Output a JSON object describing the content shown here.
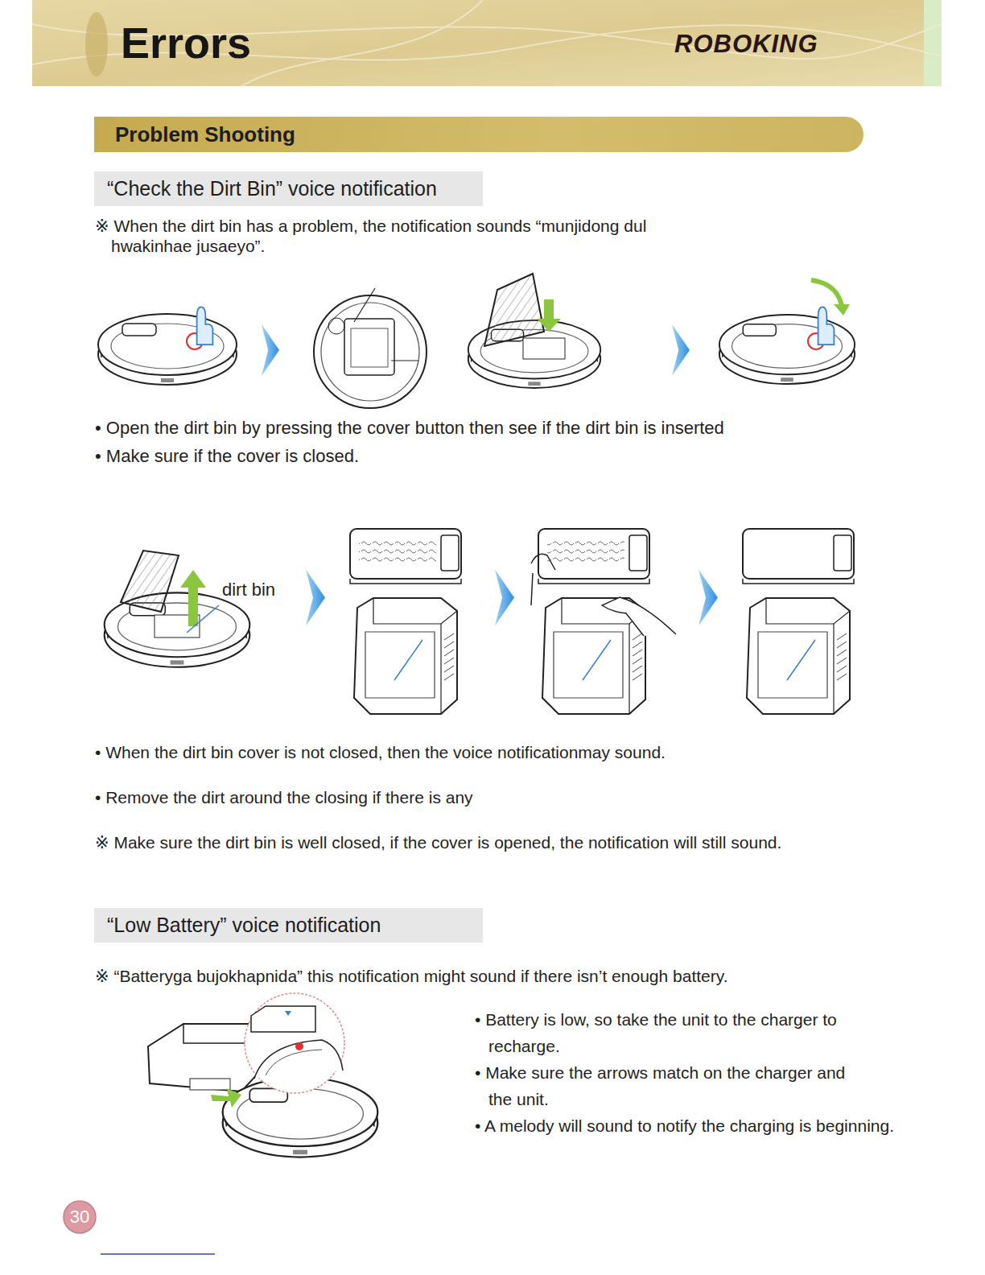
{
  "diagram": {
    "title": "Errors",
    "nodes": [
      {
        "text": [
          "Problem Shooting"
        ]
      },
      {
        "text": [
          "“Check the Dirt Bin” voice notification"
        ]
      },
      {
        "text": [
          "“Low Battery” voice notification"
        ]
      },
      {
        "text": [
          "30"
        ]
      }
    ],
    "labels": [
      "ROBOKING",
      "※ When the dirt bin has a problem, the notification sounds “munjidong dul hwakinhae jusaeyo”.",
      "• Open the dirt bin by pressing the cover button then see if the dirt bin is inserted",
      "• Make sure if the cover is closed.",
      "dirt bin",
      "• When the dirt bin cover is not closed, then the voice notificationmay sound.",
      "• Remove the dirt around the closing if there is any",
      "※ Make sure the dirt bin is well closed, if the cover is opened, the notification will still sound.",
      "※ “Batteryga bujokhapnida” this notification might sound if there isn’t enough battery.",
      "• Battery is low, so take the unit to the charger to recharge.",
      "• Make sure the arrows match on the charger and the unit.",
      "• A melody will sound to notify the charging is beginning."
    ]
  }
}
